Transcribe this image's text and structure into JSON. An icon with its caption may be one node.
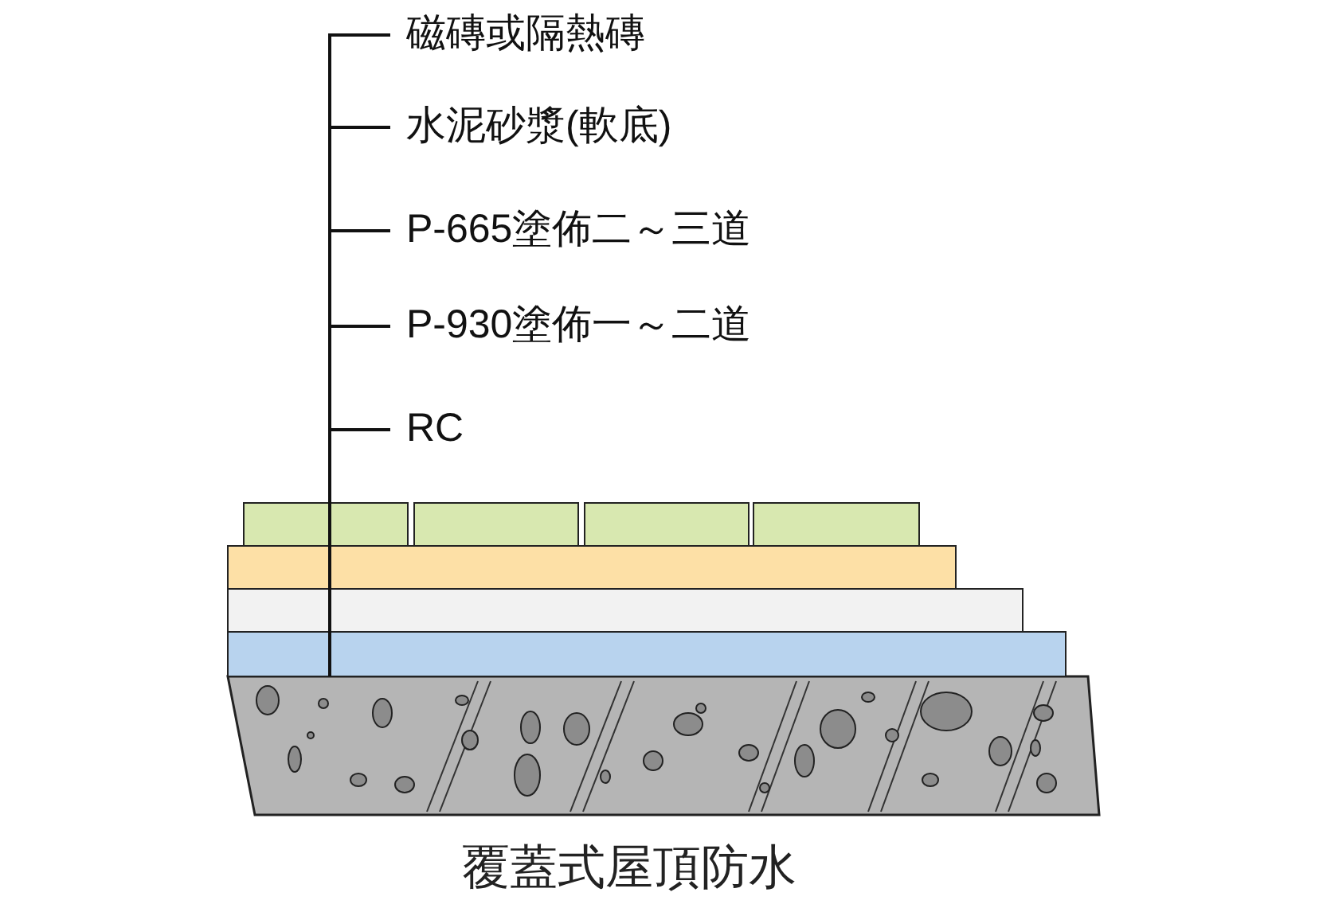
{
  "diagram": {
    "caption": "覆蓋式屋頂防水",
    "nodes": [
      {
        "text": [
          "磁磚或隔熱磚"
        ]
      },
      {
        "text": [
          "水泥砂漿(軟底)"
        ]
      },
      {
        "text": [
          "P-665塗佈二～三道"
        ]
      },
      {
        "text": [
          "P-930塗佈一～二道"
        ]
      },
      {
        "text": [
          "RC"
        ]
      },
      {
        "text": [],
        "shape": "box"
      },
      {
        "text": [],
        "shape": "bar"
      },
      {
        "text": [],
        "shape": "bar"
      },
      {
        "text": [],
        "shape": "bar"
      },
      {
        "text": [],
        "shape": "picture"
      }
    ],
    "edges": [
      {
        "from": 0,
        "to": 5,
        "arrow": "none"
      },
      {
        "from": 1,
        "to": 6,
        "arrow": "none"
      },
      {
        "from": 2,
        "to": 7,
        "arrow": "none"
      },
      {
        "from": 3,
        "to": 8,
        "arrow": "none"
      },
      {
        "from": 4,
        "to": 9,
        "arrow": "none"
      }
    ]
  }
}
